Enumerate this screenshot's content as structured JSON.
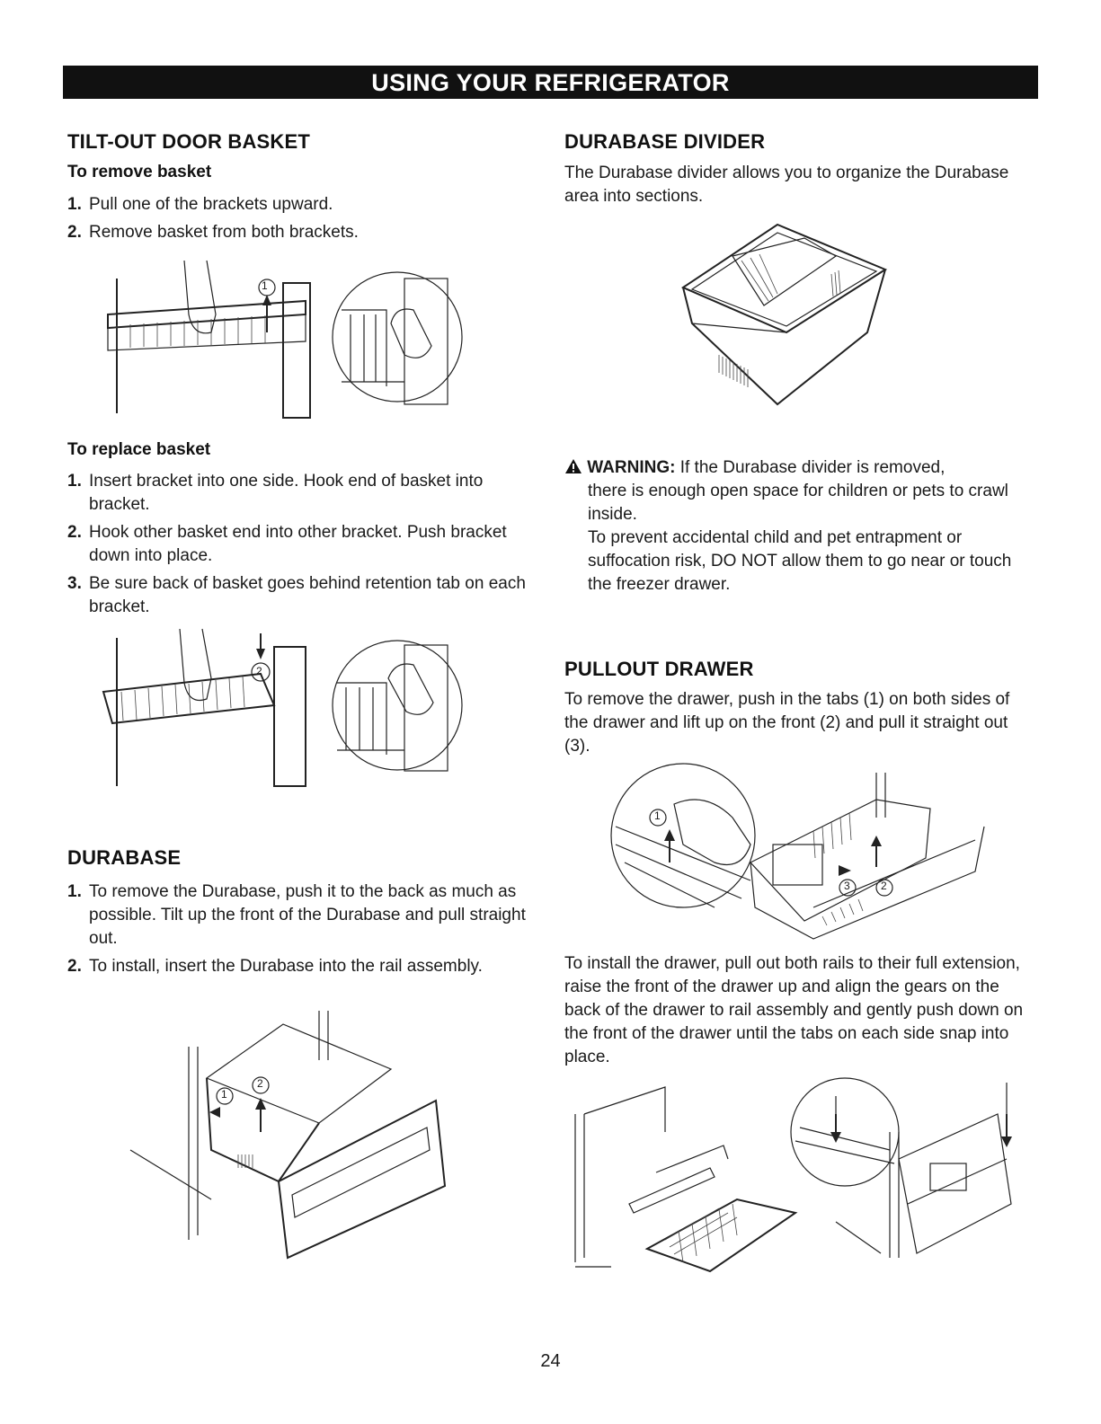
{
  "banner": "USING YOUR REFRIGERATOR",
  "left": {
    "tilt": {
      "heading": "TILT-OUT DOOR BASKET",
      "remove_title": "To remove basket",
      "remove_steps": [
        {
          "n": "1.",
          "text": "Pull one of the brackets upward."
        },
        {
          "n": "2.",
          "text": "Remove basket from both brackets."
        }
      ],
      "replace_title": "To replace basket",
      "replace_steps": [
        {
          "n": "1.",
          "text": "Insert bracket into one side. Hook end of basket into bracket."
        },
        {
          "n": "2.",
          "text": "Hook other basket end into other bracket. Push bracket down into place."
        },
        {
          "n": "3.",
          "text": "Be sure back of basket goes behind retention tab on each bracket."
        }
      ]
    },
    "durabase": {
      "heading": "DURABASE",
      "steps": [
        {
          "n": "1.",
          "text": "To remove the Durabase, push it to the back as much as possible. Tilt up the front of the Durabase and pull straight out."
        },
        {
          "n": "2.",
          "text": "To install, insert the Durabase into the rail assembly."
        }
      ]
    }
  },
  "right": {
    "divider": {
      "heading": "DURABASE DIVIDER",
      "text": "The Durabase divider allows you to organize the Durabase area into sections."
    },
    "warning": {
      "label": "WARNING:",
      "text1": " If the Durabase divider is removed,",
      "text2": "there is enough open space for children or pets to crawl inside.",
      "text3": "To prevent accidental child and pet entrapment or suffocation risk, DO NOT allow them to go near or touch the freezer drawer."
    },
    "pullout": {
      "heading": "PULLOUT DRAWER",
      "text_remove": "To remove the drawer, push in the tabs (1) on both sides of the drawer and lift up on the front (2) and pull it straight out (3).",
      "text_install": "To install the drawer, pull out both rails to their full extension, raise the front of the drawer up and align the gears on the back of the drawer to rail assembly and gently push down on the front of the drawer until the tabs on each side snap into place."
    }
  },
  "callouts": {
    "one": "1",
    "two": "2",
    "three": "3"
  },
  "page_number": "24"
}
